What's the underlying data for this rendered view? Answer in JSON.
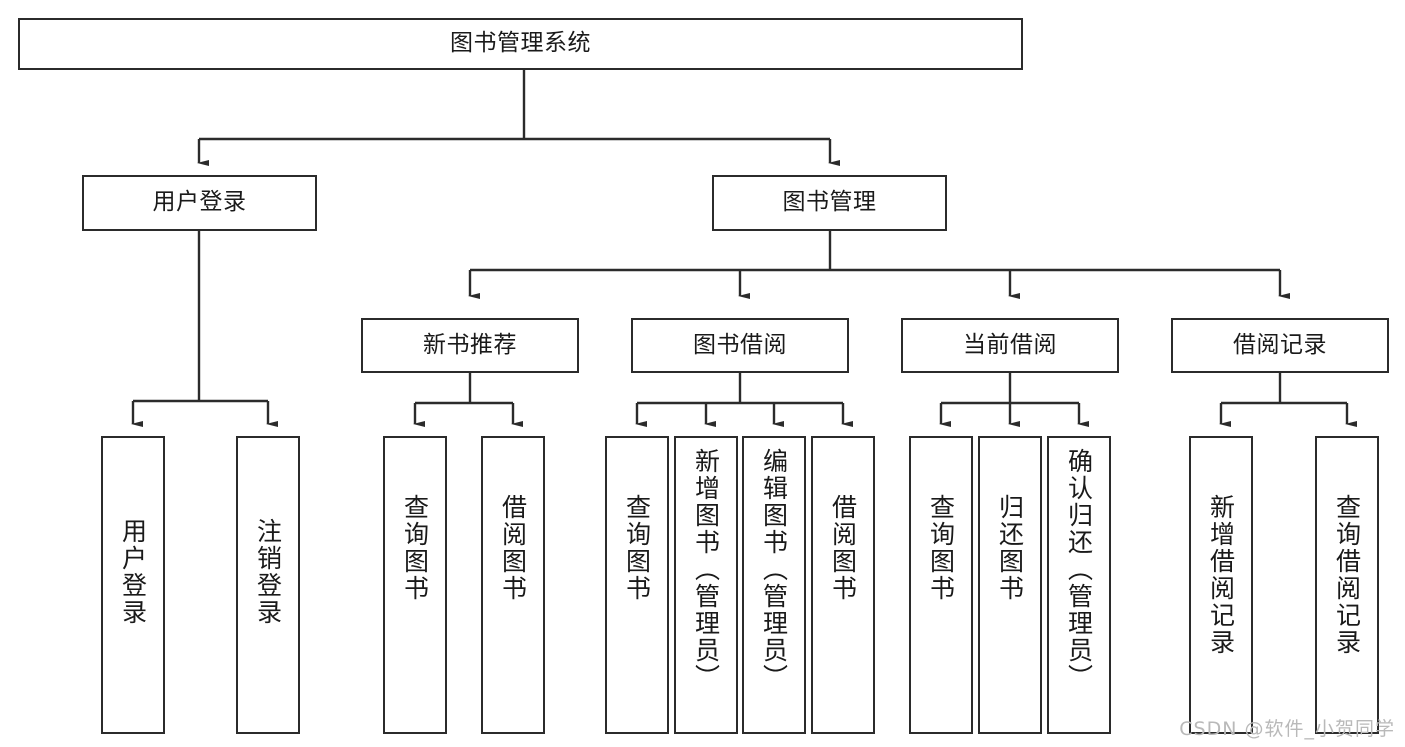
{
  "diagram": {
    "type": "tree",
    "title": "图书管理系统",
    "watermark": "CSDN @软件_小贺同学",
    "colors": {
      "background": "#ffffff",
      "node_border": "#2b2b2b",
      "node_fill": "#ffffff",
      "edge": "#2b2b2b",
      "text": "#1a1a1a",
      "watermark": "#b9b9b9"
    },
    "root": {
      "label": "图书管理系统"
    },
    "level2": [
      {
        "label": "用户登录"
      },
      {
        "label": "图书管理"
      }
    ],
    "level3": [
      {
        "label": "新书推荐"
      },
      {
        "label": "图书借阅"
      },
      {
        "label": "当前借阅"
      },
      {
        "label": "借阅记录"
      }
    ],
    "leaves_user_login": [
      {
        "label": "用户登录"
      },
      {
        "label": "注销登录"
      }
    ],
    "leaves_new_book": [
      {
        "label": "查询图书"
      },
      {
        "label": "借阅图书"
      }
    ],
    "leaves_borrow": [
      {
        "label": "查询图书"
      },
      {
        "label": "新增图书（管理员）"
      },
      {
        "label": "编辑图书（管理员）"
      },
      {
        "label": "借阅图书"
      }
    ],
    "leaves_current": [
      {
        "label": "查询图书"
      },
      {
        "label": "归还图书"
      },
      {
        "label": "确认归还（管理员）"
      }
    ],
    "leaves_records": [
      {
        "label": "新增借阅记录"
      },
      {
        "label": "查询借阅记录"
      }
    ]
  }
}
